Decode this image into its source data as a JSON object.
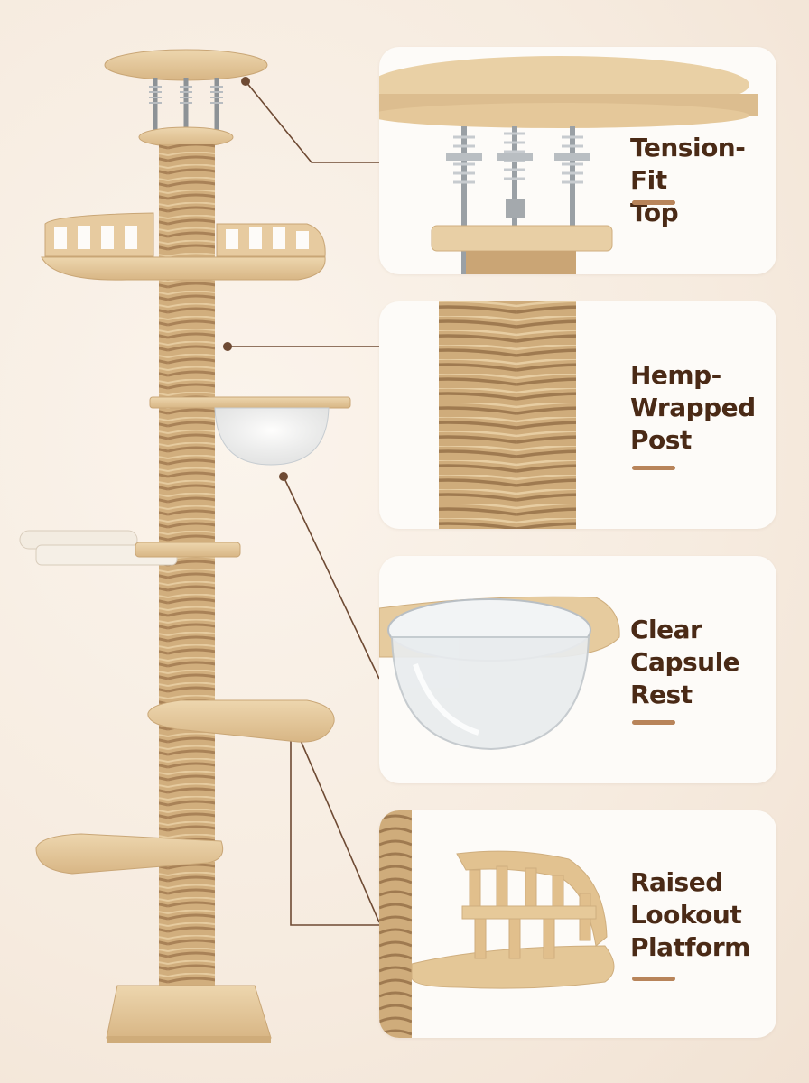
{
  "features": [
    {
      "id": "tension",
      "title": "Tension-Fit\nTop",
      "detail_icon": "tension-spring-mount-icon"
    },
    {
      "id": "post",
      "title": "Hemp-\nWrapped\nPost",
      "detail_icon": "hemp-rope-post-icon"
    },
    {
      "id": "capsule",
      "title": "Clear\nCapsule\nRest",
      "detail_icon": "clear-capsule-bowl-icon"
    },
    {
      "id": "lookout",
      "title": "Raised\nLookout\nPlatform",
      "detail_icon": "railed-platform-icon"
    }
  ],
  "colors": {
    "background": "#f6ebdf",
    "card": "#fdfbf8",
    "title_text": "#4a2a16",
    "accent_underline": "#b8845a",
    "wood": "#e2c497",
    "rope": "#c9a574",
    "connector_line": "#6e4a33"
  }
}
